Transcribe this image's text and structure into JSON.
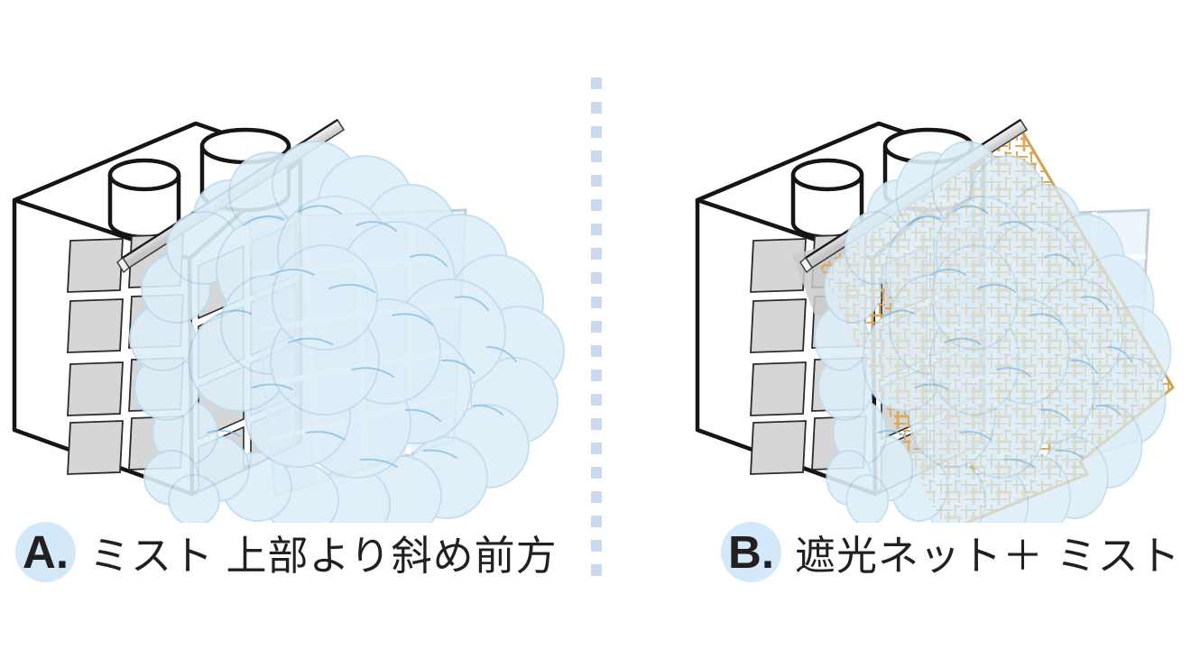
{
  "figures": [
    {
      "id": "A",
      "marker": "A.",
      "caption": "ミスト 上部より斜め前方"
    },
    {
      "id": "B",
      "marker": "B.",
      "caption": "遮光ネット＋ ミスト"
    }
  ],
  "divider": {
    "type": "vertical-dashed",
    "dash_color": "#c9daee"
  },
  "palette": {
    "background": "#ffffff",
    "outline_black": "#151515",
    "panel_gray": "#d6d6d6",
    "mist_fill": "#ddeef8",
    "mist_puff_outline": "#bedcf0",
    "mist_curl_stroke": "#7fbce2",
    "mist_sheet_fill": "#dbeaf6",
    "spray_bar_light": "#ffffff",
    "spray_bar_dark": "#c6c6c6",
    "shade_net_tan": "#d9a95e",
    "net_edge_tan": "#d2a055",
    "marker_circle_blue": "#d3e8f8",
    "label_text": "#231f20",
    "shadow_gray": "#c9cacb"
  }
}
